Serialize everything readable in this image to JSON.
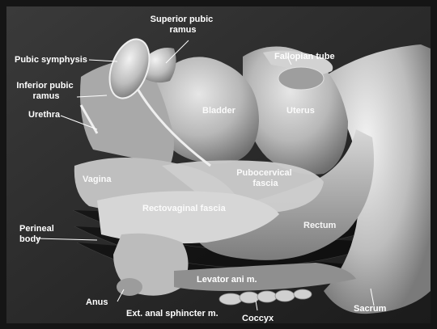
{
  "figure": {
    "frame_color": "#151515",
    "tissue_color": "#c9c9c9",
    "labels": {
      "superior_pubic_ramus": [
        "Superior pubic",
        "ramus"
      ],
      "pubic_symphysis": "Pubic symphysis",
      "fallopian_tube": "Fallopian tube",
      "inferior_pubic_ramus": [
        "Inferior pubic",
        "ramus"
      ],
      "urethra": "Urethra",
      "bladder": "Bladder",
      "uterus": "Uterus",
      "vagina": "Vagina",
      "pubocervical_fascia": [
        "Pubocervical",
        "fascia"
      ],
      "rectovaginal_fascia": "Rectovaginal fascia",
      "rectum": "Rectum",
      "perineal_body": [
        "Perineal",
        "body"
      ],
      "levator_ani": "Levator ani m.",
      "anus": "Anus",
      "ext_anal_sphincter": "Ext. anal sphincter m.",
      "coccyx": "Coccyx",
      "sacrum": "Sacrum"
    }
  }
}
